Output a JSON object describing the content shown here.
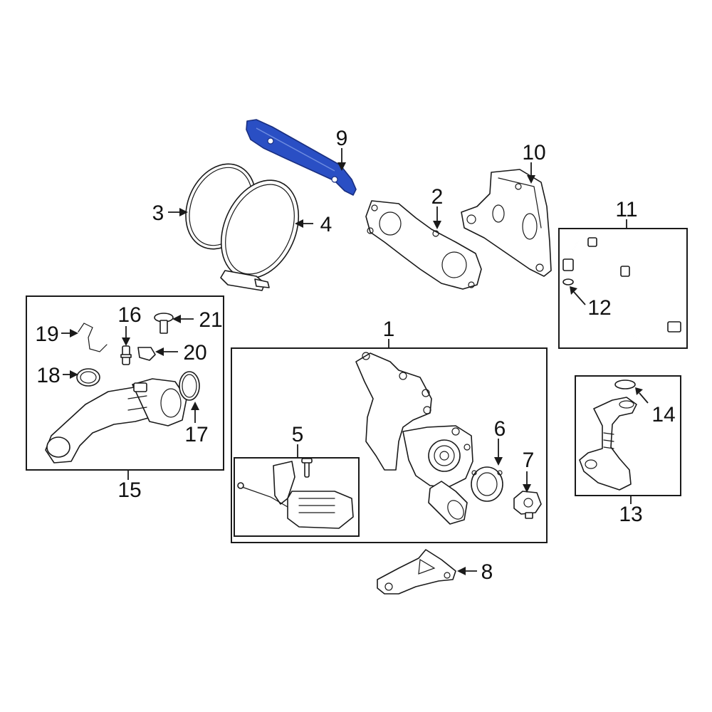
{
  "diagram": {
    "highlight_color": "#2a4fc4",
    "callouts": [
      {
        "id": "c1",
        "label": "1"
      },
      {
        "id": "c2",
        "label": "2"
      },
      {
        "id": "c3",
        "label": "3"
      },
      {
        "id": "c4",
        "label": "4"
      },
      {
        "id": "c5",
        "label": "5"
      },
      {
        "id": "c6",
        "label": "6"
      },
      {
        "id": "c7",
        "label": "7"
      },
      {
        "id": "c8",
        "label": "8"
      },
      {
        "id": "c9",
        "label": "9"
      },
      {
        "id": "c10",
        "label": "10"
      },
      {
        "id": "c11",
        "label": "11"
      },
      {
        "id": "c12",
        "label": "12"
      },
      {
        "id": "c13",
        "label": "13"
      },
      {
        "id": "c14",
        "label": "14"
      },
      {
        "id": "c15",
        "label": "15"
      },
      {
        "id": "c16",
        "label": "16"
      },
      {
        "id": "c17",
        "label": "17"
      },
      {
        "id": "c18",
        "label": "18"
      },
      {
        "id": "c19",
        "label": "19"
      },
      {
        "id": "c20",
        "label": "20"
      },
      {
        "id": "c21",
        "label": "21"
      }
    ]
  }
}
